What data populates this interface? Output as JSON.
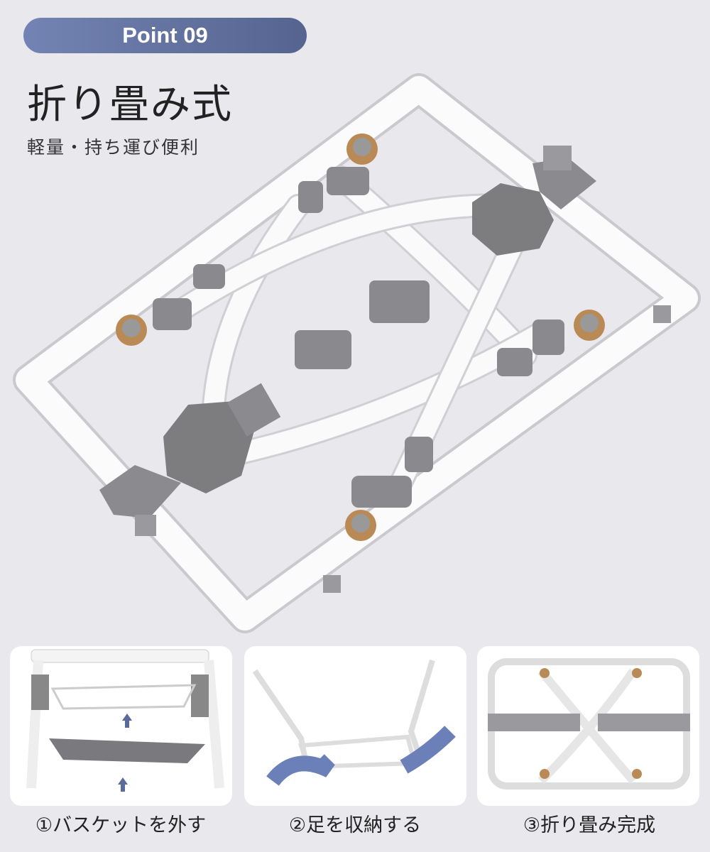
{
  "badge": "Point 09",
  "title": "折り畳み式",
  "subtitle": "軽量・持ち運び便利",
  "steps": [
    {
      "caption": "①バスケットを外す",
      "icon": "basket-removal-illustration"
    },
    {
      "caption": "②足を収納する",
      "icon": "fold-legs-illustration"
    },
    {
      "caption": "③折り畳み完成",
      "icon": "folded-frame-illustration"
    }
  ],
  "colors": {
    "background": "#e8e8ed",
    "badge_start": "#7383b3",
    "badge_end": "#55648f",
    "frame": "#ffffff",
    "joint": "#7d7d80",
    "wheel": "#b98a55"
  }
}
